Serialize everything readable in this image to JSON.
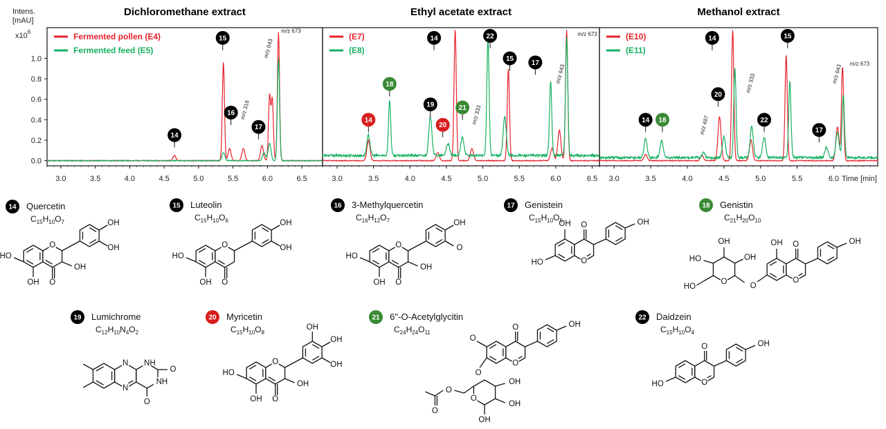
{
  "y_axis": {
    "title_line1": "Intens.",
    "title_line2": "[mAU]",
    "multiplier": "x10",
    "multiplier_exp": "6"
  },
  "x_axis_unit": "Time  [min]",
  "legend": [
    {
      "panel": 0,
      "red": "Fermented pollen (E4)",
      "green": "Fermented feed (E5)"
    },
    {
      "panel": 1,
      "red": "(E7)",
      "green": "(E8)"
    },
    {
      "panel": 2,
      "red": "(E10)",
      "green": "(E11)"
    }
  ],
  "colors": {
    "red": "#e8202a",
    "green": "#16b060",
    "badge_black": "#000000",
    "badge_red": "#d81e1e",
    "badge_green": "#3a8a35"
  },
  "chart_data": [
    {
      "type": "line",
      "title": "Dichloromethane extract",
      "xlim": [
        2.8,
        6.8
      ],
      "ylim": [
        -0.05,
        1.3
      ],
      "x_ticks": [
        3.0,
        3.5,
        4.0,
        4.5,
        5.0,
        5.5,
        6.0,
        6.5
      ],
      "y_ticks": [
        0.0,
        0.2,
        0.4,
        0.6,
        0.8,
        1.0
      ],
      "series": [
        {
          "name": "Fermented pollen (E4)",
          "color": "red",
          "baseline": 0.0,
          "peaks": [
            [
              4.65,
              0.05
            ],
            [
              5.36,
              0.96
            ],
            [
              5.45,
              0.12
            ],
            [
              5.65,
              0.12
            ],
            [
              5.92,
              0.15
            ],
            [
              6.03,
              0.63
            ],
            [
              6.07,
              0.6
            ],
            [
              6.16,
              1.25
            ]
          ]
        },
        {
          "name": "Fermented feed (E5)",
          "color": "green",
          "baseline": 0.0,
          "peaks": [
            [
              5.36,
              0.08
            ],
            [
              5.95,
              0.08
            ],
            [
              6.03,
              0.17
            ],
            [
              6.16,
              1.0
            ]
          ]
        }
      ],
      "badges": [
        {
          "label": "14",
          "x": 4.65,
          "y": 0.25,
          "color": "black"
        },
        {
          "label": "15",
          "x": 5.35,
          "y": 1.2,
          "color": "black"
        },
        {
          "label": "16",
          "x": 5.47,
          "y": 0.47,
          "color": "black"
        },
        {
          "label": "17",
          "x": 5.87,
          "y": 0.33,
          "color": "black"
        }
      ],
      "annotations": [
        {
          "text": "m/z 316",
          "x": 5.66,
          "y": 0.4,
          "rotate": true
        },
        {
          "text": "m/z 643",
          "x": 6.0,
          "y": 1.0,
          "rotate": true
        },
        {
          "text": "m/z 673",
          "x": 6.2,
          "y": 1.25,
          "rotate": false
        }
      ]
    },
    {
      "type": "line",
      "title": "Ethyl acetate extract",
      "xlim": [
        2.8,
        6.6
      ],
      "ylim": [
        -0.05,
        1.3
      ],
      "x_ticks": [
        3.0,
        3.5,
        4.0,
        4.5,
        5.0,
        5.5,
        6.0,
        6.5
      ],
      "series": [
        {
          "name": "(E7)",
          "color": "red",
          "baseline": 0.0,
          "peaks": [
            [
              3.43,
              0.2
            ],
            [
              4.38,
              0.08
            ],
            [
              4.62,
              1.28
            ],
            [
              4.85,
              0.12
            ],
            [
              5.35,
              0.9
            ],
            [
              5.95,
              0.12
            ],
            [
              6.05,
              0.3
            ],
            [
              6.15,
              1.28
            ]
          ]
        },
        {
          "name": "(E8)",
          "color": "green",
          "baseline": 0.05,
          "peaks": [
            [
              3.43,
              0.2
            ],
            [
              3.72,
              0.54
            ],
            [
              4.28,
              0.38
            ],
            [
              4.52,
              0.12
            ],
            [
              4.72,
              0.18
            ],
            [
              5.07,
              1.15
            ],
            [
              5.3,
              0.38
            ],
            [
              5.93,
              0.72
            ],
            [
              6.15,
              1.15
            ]
          ]
        }
      ],
      "badges": [
        {
          "label": "14",
          "x": 3.43,
          "y": 0.4,
          "color": "red"
        },
        {
          "label": "18",
          "x": 3.72,
          "y": 0.75,
          "color": "green"
        },
        {
          "label": "19",
          "x": 4.28,
          "y": 0.55,
          "color": "black"
        },
        {
          "label": "20",
          "x": 4.45,
          "y": 0.35,
          "color": "red"
        },
        {
          "label": "21",
          "x": 4.72,
          "y": 0.52,
          "color": "green"
        },
        {
          "label": "14",
          "x": 4.33,
          "y": 1.2,
          "color": "black"
        },
        {
          "label": "22",
          "x": 5.1,
          "y": 1.22,
          "color": "black"
        },
        {
          "label": "15",
          "x": 5.37,
          "y": 1.0,
          "color": "black"
        },
        {
          "label": "17",
          "x": 5.72,
          "y": 0.96,
          "color": "black"
        }
      ],
      "annotations": [
        {
          "text": "m/z 333",
          "x": 4.9,
          "y": 0.35,
          "rotate": true
        },
        {
          "text": "m/z 643",
          "x": 6.05,
          "y": 0.75,
          "rotate": true
        },
        {
          "text": "m/z 673",
          "x": 6.3,
          "y": 1.22,
          "rotate": false
        }
      ]
    },
    {
      "type": "line",
      "title": "Methanol extract",
      "xlim": [
        2.8,
        6.6
      ],
      "ylim": [
        -0.05,
        1.3
      ],
      "x_ticks": [
        3.0,
        3.5,
        4.0,
        4.5,
        5.0,
        5.5,
        6.0
      ],
      "series": [
        {
          "name": "(E10)",
          "color": "red",
          "baseline": 0.0,
          "peaks": [
            [
              3.43,
              0.06
            ],
            [
              4.2,
              0.05
            ],
            [
              4.44,
              0.43
            ],
            [
              4.62,
              1.28
            ],
            [
              4.87,
              0.2
            ],
            [
              5.35,
              1.03
            ],
            [
              6.05,
              0.33
            ],
            [
              6.12,
              0.92
            ]
          ]
        },
        {
          "name": "(E11)",
          "color": "green",
          "baseline": 0.03,
          "peaks": [
            [
              3.43,
              0.18
            ],
            [
              3.65,
              0.16
            ],
            [
              4.22,
              0.05
            ],
            [
              4.5,
              0.2
            ],
            [
              4.65,
              0.88
            ],
            [
              4.88,
              0.3
            ],
            [
              5.05,
              0.2
            ],
            [
              5.4,
              0.75
            ],
            [
              5.9,
              0.1
            ],
            [
              6.05,
              0.25
            ],
            [
              6.13,
              0.62
            ]
          ]
        }
      ],
      "badges": [
        {
          "label": "14",
          "x": 3.43,
          "y": 0.4,
          "color": "black"
        },
        {
          "label": "18",
          "x": 3.66,
          "y": 0.4,
          "color": "green"
        },
        {
          "label": "20",
          "x": 4.42,
          "y": 0.65,
          "color": "black"
        },
        {
          "label": "14",
          "x": 4.34,
          "y": 1.2,
          "color": "black"
        },
        {
          "label": "15",
          "x": 5.37,
          "y": 1.22,
          "color": "black"
        },
        {
          "label": "22",
          "x": 5.05,
          "y": 0.4,
          "color": "black"
        },
        {
          "label": "17",
          "x": 5.8,
          "y": 0.3,
          "color": "black"
        }
      ],
      "annotations": [
        {
          "text": "m/z 497",
          "x": 4.22,
          "y": 0.25,
          "rotate": true
        },
        {
          "text": "m/z 333",
          "x": 4.85,
          "y": 0.66,
          "rotate": true
        },
        {
          "text": "m/z 643",
          "x": 6.03,
          "y": 0.75,
          "rotate": true
        },
        {
          "text": "m/z 673",
          "x": 6.22,
          "y": 0.93,
          "rotate": false
        }
      ]
    }
  ],
  "compounds": [
    {
      "num": "14",
      "badge": "black",
      "name": "Quercetin",
      "formula": [
        [
          "C",
          ""
        ],
        [
          "15",
          "s"
        ],
        [
          "H",
          ""
        ],
        [
          "10",
          "s"
        ],
        [
          "O",
          ""
        ],
        [
          "7",
          "s"
        ]
      ]
    },
    {
      "num": "15",
      "badge": "black",
      "name": "Luteolin",
      "formula": [
        [
          "C",
          ""
        ],
        [
          "15",
          "s"
        ],
        [
          "H",
          ""
        ],
        [
          "10",
          "s"
        ],
        [
          "O",
          ""
        ],
        [
          "6",
          "s"
        ]
      ]
    },
    {
      "num": "16",
      "badge": "black",
      "name": "3-Methylquercetin",
      "formula": [
        [
          "C",
          ""
        ],
        [
          "16",
          "s"
        ],
        [
          "H",
          ""
        ],
        [
          "12",
          "s"
        ],
        [
          "O",
          ""
        ],
        [
          "7",
          "s"
        ]
      ]
    },
    {
      "num": "17",
      "badge": "black",
      "name": "Genistein",
      "formula": [
        [
          "C",
          ""
        ],
        [
          "15",
          "s"
        ],
        [
          "H",
          ""
        ],
        [
          "10",
          "s"
        ],
        [
          "O",
          ""
        ],
        [
          "5",
          "s"
        ]
      ]
    },
    {
      "num": "18",
      "badge": "green",
      "name": "Genistin",
      "formula": [
        [
          "C",
          ""
        ],
        [
          "21",
          "s"
        ],
        [
          "H",
          ""
        ],
        [
          "20",
          "s"
        ],
        [
          "O",
          ""
        ],
        [
          "10",
          "s"
        ]
      ]
    },
    {
      "num": "19",
      "badge": "black",
      "name": "Lumichrome",
      "formula": [
        [
          "C",
          ""
        ],
        [
          "12",
          "s"
        ],
        [
          "H",
          ""
        ],
        [
          "10",
          "s"
        ],
        [
          "N",
          ""
        ],
        [
          "4",
          "s"
        ],
        [
          "O",
          ""
        ],
        [
          "2",
          "s"
        ]
      ]
    },
    {
      "num": "20",
      "badge": "red",
      "name": "Myricetin",
      "formula": [
        [
          "C",
          ""
        ],
        [
          "15",
          "s"
        ],
        [
          "H",
          ""
        ],
        [
          "10",
          "s"
        ],
        [
          "O",
          ""
        ],
        [
          "8",
          "s"
        ]
      ]
    },
    {
      "num": "21",
      "badge": "green",
      "name": "6''-O-Acetylglycitin",
      "formula": [
        [
          "C",
          ""
        ],
        [
          "24",
          "s"
        ],
        [
          "H",
          ""
        ],
        [
          "24",
          "s"
        ],
        [
          "O",
          ""
        ],
        [
          "11",
          "s"
        ]
      ]
    },
    {
      "num": "22",
      "badge": "black",
      "name": "Daidzein",
      "formula": [
        [
          "C",
          ""
        ],
        [
          "15",
          "s"
        ],
        [
          "H",
          ""
        ],
        [
          "10",
          "s"
        ],
        [
          "O",
          ""
        ],
        [
          "4",
          "s"
        ]
      ]
    }
  ],
  "atom_labels": {
    "hydroxyl": "OH",
    "hydroxyl_left": "HO",
    "oxygen": "O",
    "nitrogen": "N",
    "amine": "NH",
    "amine_ring": "N",
    "methoxy": "O"
  }
}
